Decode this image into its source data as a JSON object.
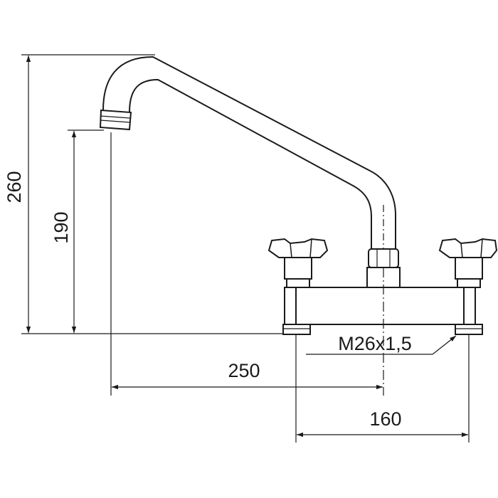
{
  "drawing": {
    "dimensions": {
      "total_height": "260",
      "outlet_height": "190",
      "spout_reach": "250",
      "inlet_spacing": "160",
      "thread": "M26x1,5"
    },
    "colors": {
      "line": "#1a1a1a",
      "background": "#ffffff"
    }
  }
}
